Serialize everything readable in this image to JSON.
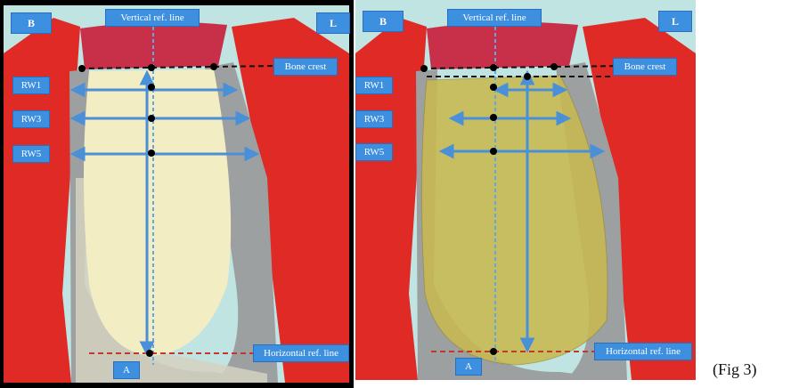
{
  "figure_caption": "(Fig 3)",
  "labels": {
    "buccal": "B",
    "lingual": "L",
    "vertical_ref": "Vertical ref. line",
    "bone_crest": "Bone crest",
    "rw1": "RW1",
    "rw3": "RW3",
    "rw5": "RW5",
    "horizontal_ref": "Horizontal ref. line",
    "apex": "A"
  },
  "colors": {
    "label_bg": "#3d8fe0",
    "arrow": "#4a90d9",
    "gingiva": "#d7283a",
    "mucosa": "#e23a2a",
    "socket_fill_left": "#f3edc4",
    "graft_fill_right": "#c8b850",
    "background": "#bfe4e2"
  }
}
